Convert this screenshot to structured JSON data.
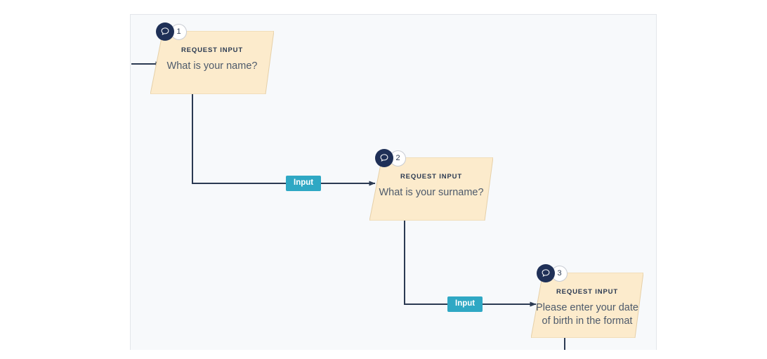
{
  "canvas": {
    "background_color": "#f7f9fb",
    "border_color": "#e3e6ea"
  },
  "theme": {
    "node_fill": "#fcebcc",
    "node_border": "#e0c79a",
    "edge_color": "#2b3a52",
    "badge_icon_bg": "#1f3057",
    "badge_num_bg": "#ffffff",
    "edge_label_bg": "#2fa8c4",
    "edge_label_text": "#ffffff",
    "kind_text_color": "#2b3a52",
    "body_text_color": "#4d5a6b"
  },
  "nodes": [
    {
      "number": "1",
      "kind": "REQUEST INPUT",
      "text": "What is your name?",
      "icon": "speech-bubble-icon"
    },
    {
      "number": "2",
      "kind": "REQUEST INPUT",
      "text": "What is your surname?",
      "icon": "speech-bubble-icon"
    },
    {
      "number": "3",
      "kind": "REQUEST INPUT",
      "text": "Please enter your date of birth in the format",
      "icon": "speech-bubble-icon"
    }
  ],
  "edges": [
    {
      "label": "Input",
      "from": "1",
      "to": "2"
    },
    {
      "label": "Input",
      "from": "2",
      "to": "3"
    }
  ]
}
